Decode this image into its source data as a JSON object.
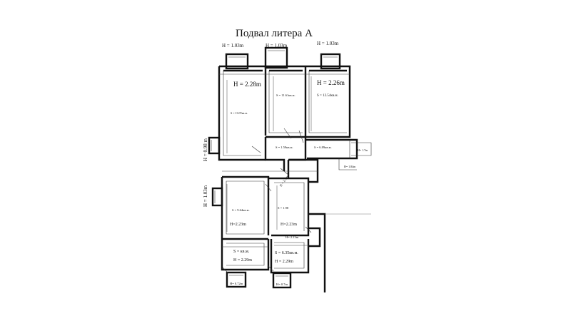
{
  "plan": {
    "title": "Подвал литера А",
    "heights": {
      "top_left": "H = 1.03m",
      "top_mid": "H = 1.03m",
      "top_right": "H = 1.03m",
      "side_left_top": "H = 0.98 m",
      "side_left_mid": "H = 1.03m",
      "bottom_left": "H= 0.72m",
      "bottom_right": "H= 0.7m",
      "small_right": "H= 1.7m",
      "small_right2": "H= 1.84m"
    },
    "rooms": {
      "r1": {
        "height": "H = 2.28m",
        "area": "S = 13.07кв.м."
      },
      "r2": {
        "area": "S = 11.61кв.м."
      },
      "r3": {
        "height": "H = 2.26m",
        "area": "S = 12.54кв.м."
      },
      "r4": {
        "area": "S = 1.59кв.м."
      },
      "r5": {
        "area": "S = 6.89кв.м."
      },
      "r6": {
        "area": "S = 9.64кв.м.",
        "height": "H=2.23m"
      },
      "r7": {
        "area": "S = 1.98",
        "height": "H=2.23m"
      },
      "r8": {
        "area": "S =       кв.м.",
        "height": "H = 2.29m"
      },
      "r9": {
        "area": "S = 6.35кв.м.",
        "height": "H = 2.29m"
      },
      "r10": {
        "height": "H= 2.13m"
      },
      "r11": {
        "height": "H = 2.5m"
      }
    }
  }
}
